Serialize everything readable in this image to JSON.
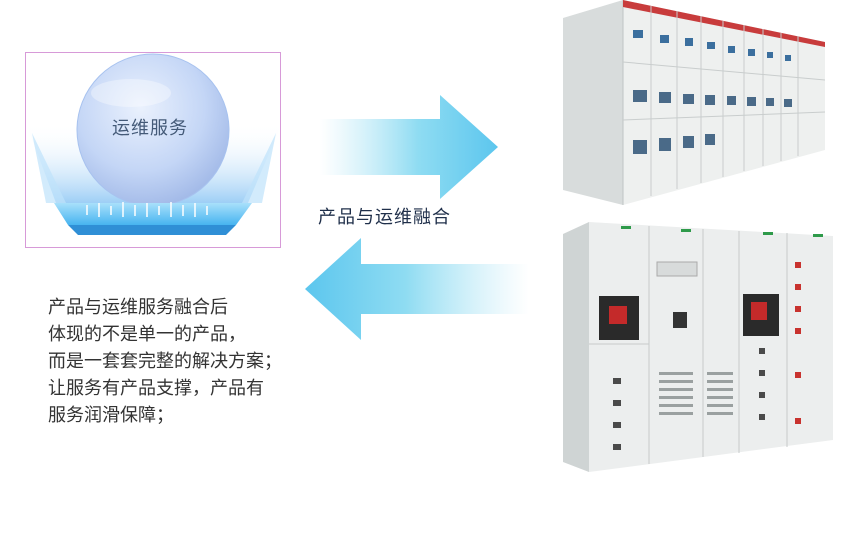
{
  "service": {
    "label": "运维服务"
  },
  "caption": "产品与运维融合",
  "description": [
    "产品与运维服务融合后",
    "体现的不是单一的产品，",
    "而是一套套完整的解决方案；",
    "让服务有产品支撑，产品有",
    "服务润滑保障；"
  ],
  "colors": {
    "sphere": "#b9cdf3",
    "platform": "#3aaef0",
    "arrow": "#7ad5f0",
    "box_border": "#d79ad8",
    "text": "#333333"
  }
}
